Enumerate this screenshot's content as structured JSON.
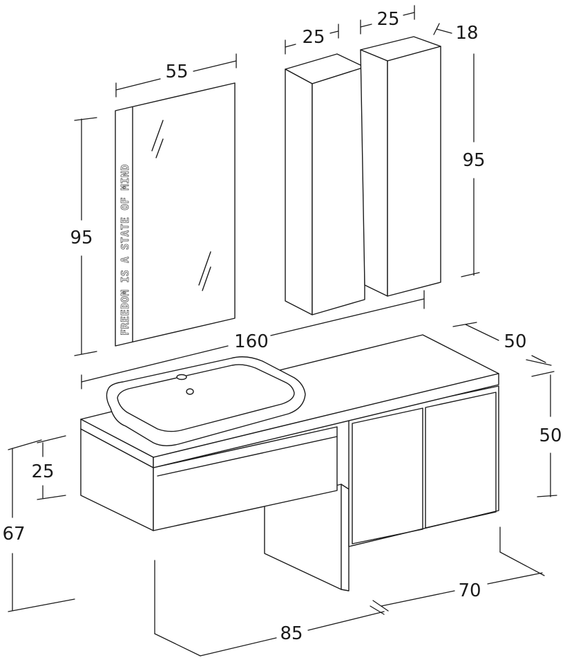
{
  "dimensions": {
    "mirror_width": "55",
    "mirror_height": "95",
    "column_left_width": "25",
    "column_right_width": "25",
    "column_depth": "18",
    "column_height": "95",
    "top_width": "160",
    "top_depth": "50",
    "cabinet_height": "50",
    "drawer_height": "25",
    "total_height": "67",
    "base_depth": "70",
    "base_width": "85"
  },
  "mirror": {
    "stripe_text": "FREEDOM IS A STATE OF MIND"
  },
  "colors": {
    "line": "#1a1a1a",
    "background": "#ffffff"
  }
}
